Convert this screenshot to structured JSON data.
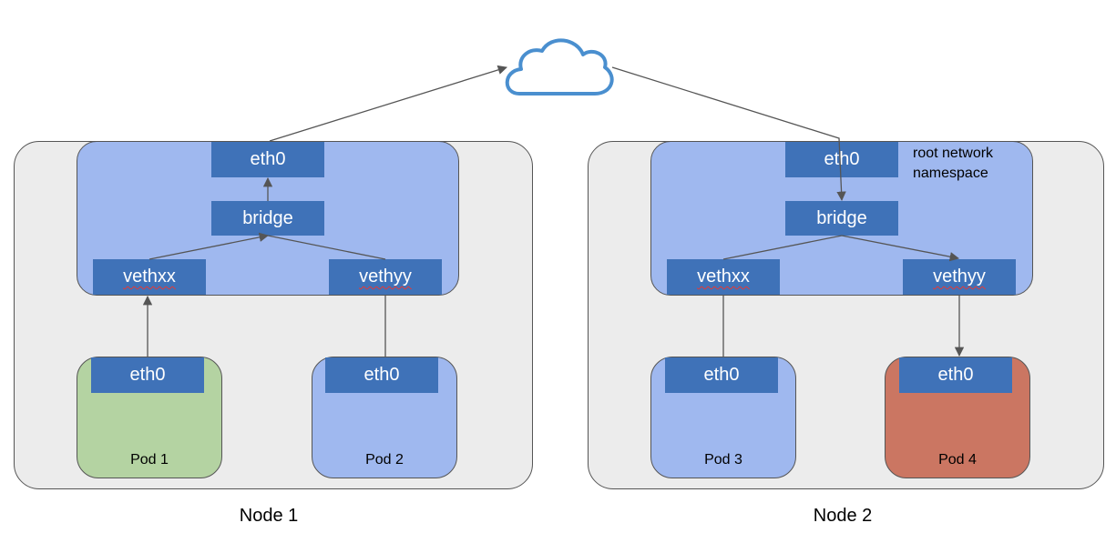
{
  "diagram": {
    "cloud": {
      "icon": "cloud-icon"
    },
    "nodes": [
      {
        "label": "Node 1",
        "eth0": "eth0",
        "bridge": "bridge",
        "veth_left": "vethxx",
        "veth_right": "vethyy",
        "pods": [
          {
            "label": "Pod 1",
            "iface": "eth0",
            "color": "#b4d3a2"
          },
          {
            "label": "Pod 2",
            "iface": "eth0",
            "color": "#9fb8ef"
          }
        ]
      },
      {
        "label": "Node 2",
        "eth0": "eth0",
        "bridge": "bridge",
        "veth_left": "vethxx",
        "veth_right": "vethyy",
        "namespace_label": [
          "root network",
          "namespace"
        ],
        "pods": [
          {
            "label": "Pod 3",
            "iface": "eth0",
            "color": "#9fb8ef"
          },
          {
            "label": "Pod 4",
            "iface": "eth0",
            "color": "#cb7662"
          }
        ]
      }
    ],
    "colors": {
      "node_bg": "#ececec",
      "namespace_bg": "#9fb8ef",
      "iface_bg": "#3f72b8",
      "cloud_stroke": "#4a8fcf",
      "arrow": "#555555"
    }
  }
}
